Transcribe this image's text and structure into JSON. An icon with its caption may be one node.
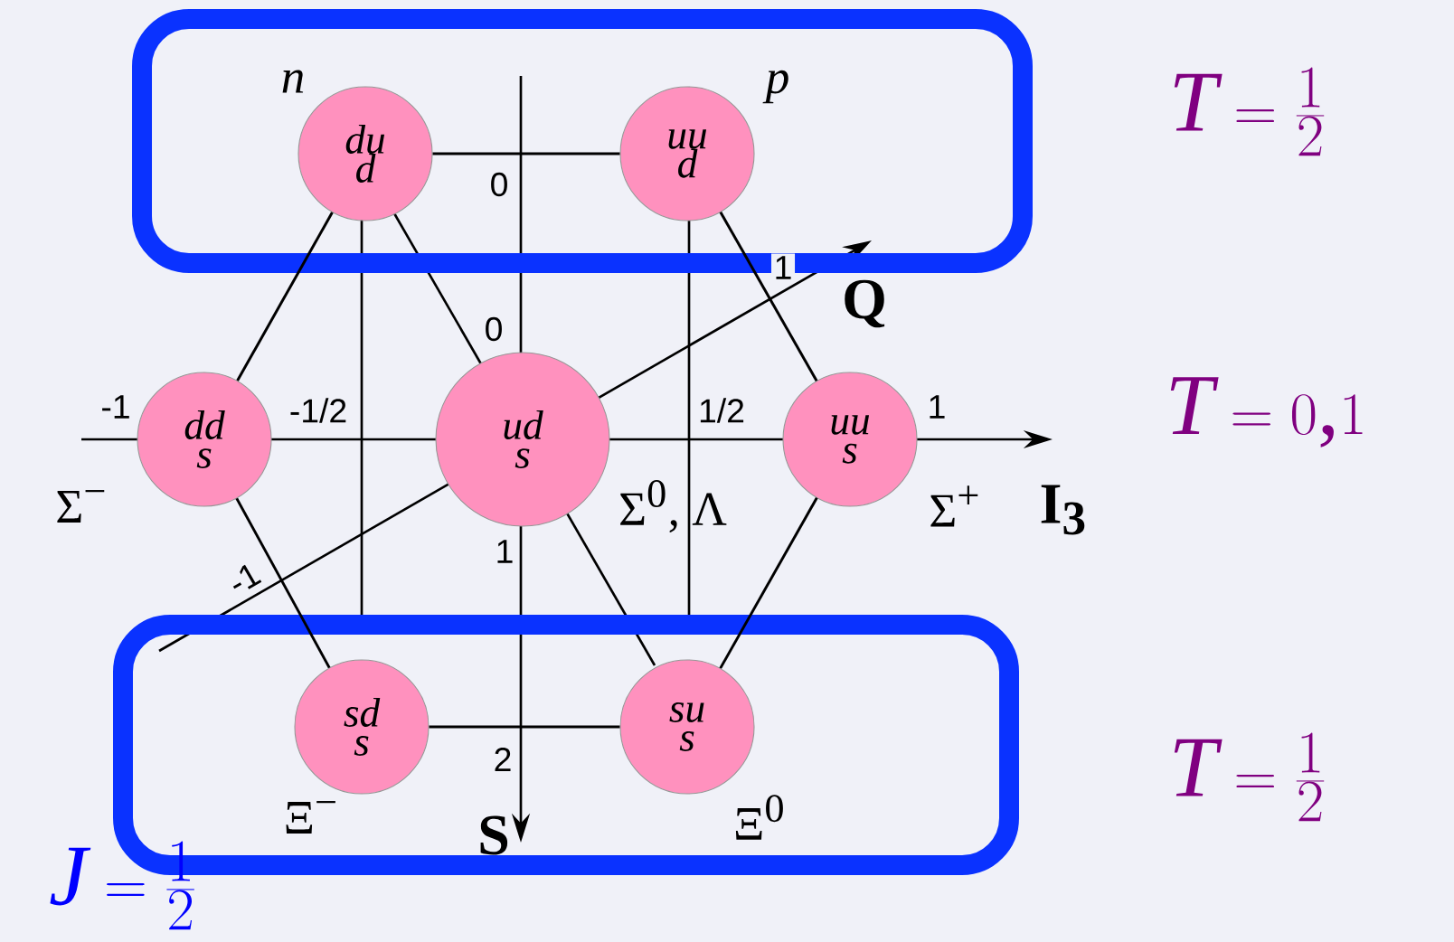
{
  "diagram": {
    "nodes": [
      {
        "text": [],
        "shape": "box"
      },
      {
        "text": [
          "du d"
        ],
        "in": 0,
        "beside": [
          "n"
        ]
      },
      {
        "text": [
          "uu d"
        ],
        "in": 0,
        "beside": [
          "p"
        ]
      },
      {
        "text": [
          "dd s"
        ],
        "beside": [
          "Σ$^{−}$"
        ]
      },
      {
        "text": [
          "ud s"
        ],
        "beside": [
          "Σ$^{0}$, Λ"
        ]
      },
      {
        "text": [
          "uu s"
        ],
        "beside": [
          "Σ$^{+}$"
        ]
      },
      {
        "text": [],
        "shape": "box"
      },
      {
        "text": [
          "sd s"
        ],
        "in": 6,
        "beside": [
          "Ξ$^{−}$"
        ]
      },
      {
        "text": [
          "su s"
        ],
        "in": 6,
        "beside": [
          "Ξ$^{0}$"
        ]
      }
    ],
    "edges": [
      {
        "from": 1,
        "to": 2,
        "arrow": "none"
      },
      {
        "from": 2,
        "to": 5,
        "arrow": "none"
      },
      {
        "from": 5,
        "to": 8,
        "arrow": "none"
      },
      {
        "from": 8,
        "to": 7,
        "arrow": "none"
      },
      {
        "from": 7,
        "to": 3,
        "arrow": "none"
      },
      {
        "from": 3,
        "to": 1,
        "arrow": "none"
      }
    ],
    "labels": [
      "T = \\frac{1}{2}",
      "T = 0{,}1",
      "T = \\frac{1}{2}",
      "J = \\frac{1}{2}",
      "I$_{3}$",
      "S",
      "Q",
      "-1",
      "-1/2",
      "1/2",
      "1",
      "0",
      "0",
      "1",
      "2",
      "1",
      "-1"
    ]
  }
}
